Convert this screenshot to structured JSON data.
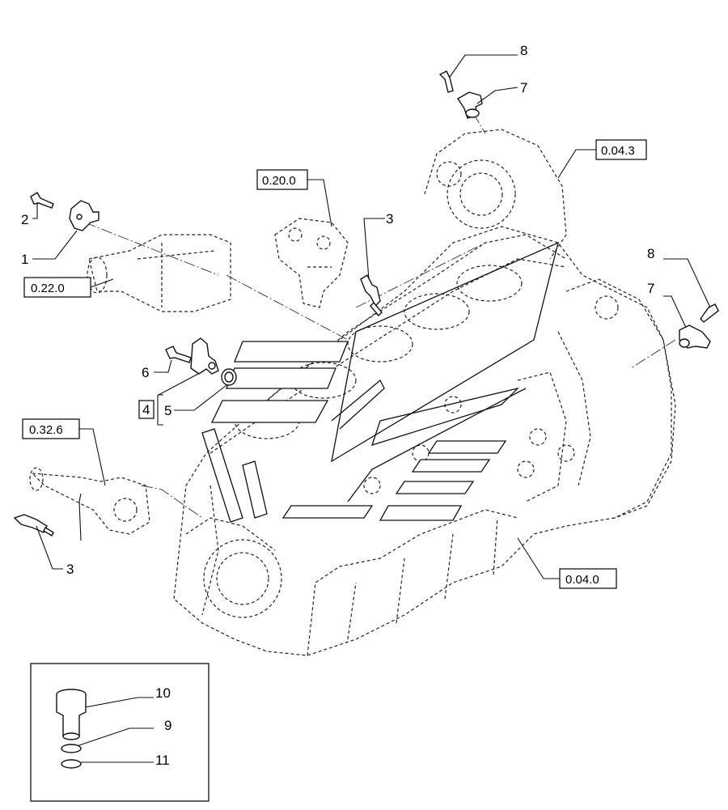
{
  "callouts": {
    "c1": "1",
    "c2": "2",
    "c3a": "3",
    "c3b": "3",
    "c4": "4",
    "c5": "5",
    "c6": "6",
    "c7a": "7",
    "c7b": "7",
    "c8a": "8",
    "c8b": "8",
    "c9": "9",
    "c10": "10",
    "c11": "11"
  },
  "references": {
    "r1": "0.22.0",
    "r2": "0.20.0",
    "r3": "0.32.6",
    "r4": "0.04.3",
    "r5": "0.04.0"
  }
}
